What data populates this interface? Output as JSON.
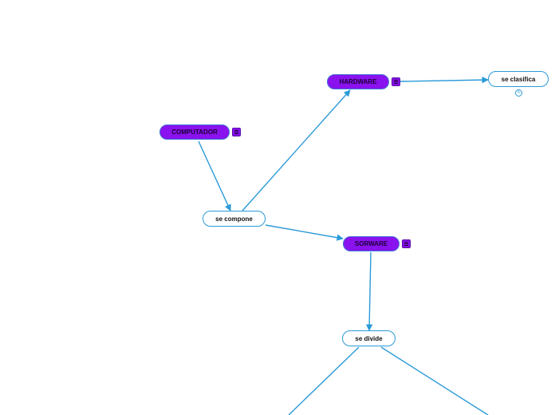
{
  "map": {
    "colors": {
      "main_fill": "#8a12ee",
      "main_border": "#3f6fd6",
      "connector": "#2a9ad8",
      "link_border": "#2a9ad8"
    },
    "nodes": {
      "computador": {
        "label": "COMPUTADOR",
        "has_notes": true
      },
      "hardware": {
        "label": "HARDWARE",
        "has_notes": true
      },
      "sorware": {
        "label": "SORWARE",
        "has_notes": true
      },
      "se_compone": {
        "label": "se compone"
      },
      "se_clasifica": {
        "label": "se clasifica",
        "collapse_count": "6"
      },
      "se_divide": {
        "label": "se divide"
      }
    },
    "icons": {
      "notes": "notes-icon",
      "collapse": "collapse-toggle-icon"
    }
  }
}
